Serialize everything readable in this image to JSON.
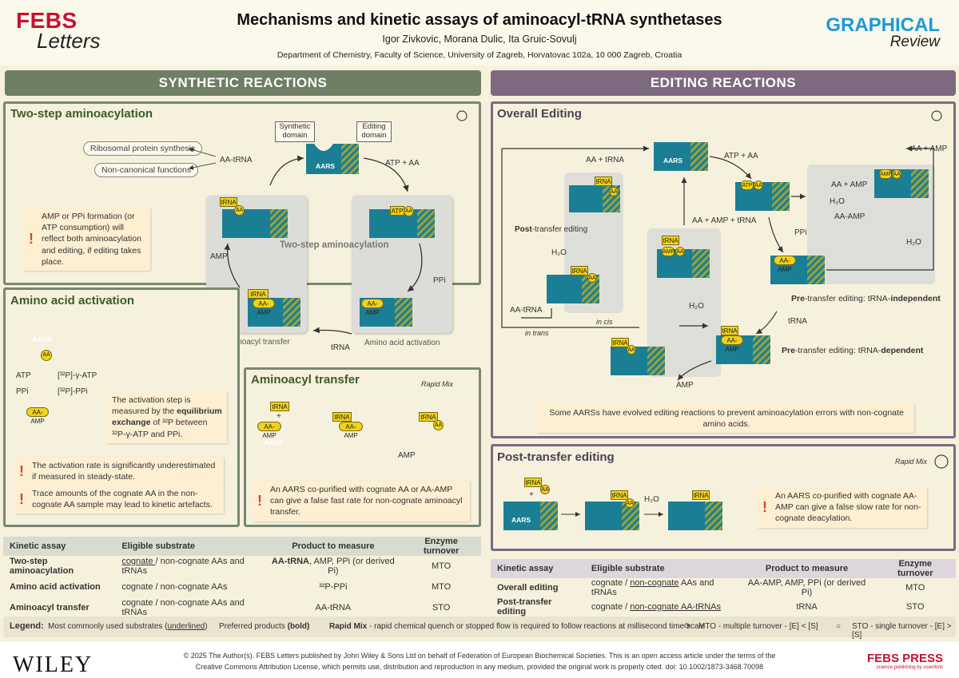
{
  "header": {
    "logo_top": "FEBS",
    "logo_bottom": "Letters",
    "title": "Mechanisms and kinetic assays of aminoacyl-tRNA synthetases",
    "authors": "Igor Zivkovic, Morana Dulic, Ita Gruic-Sovulj",
    "affiliation": "Department of Chemistry, Faculty of Science, University of Zagreb, Horvatovac 102a, 10 000 Zagreb, Croatia",
    "gr_top": "GRAPHICAL",
    "gr_bottom": "Review"
  },
  "banners": {
    "synthetic": "SYNTHETIC REACTIONS",
    "editing": "EDITING REACTIONS"
  },
  "two_step": {
    "title": "Two-step aminoacylation",
    "ribosomal": "Ribosomal protein synthesis",
    "noncanonical": "Non-canonical functions",
    "aa_trna": "AA-tRNA",
    "synthetic_domain": "Synthetic domain",
    "editing_domain": "Editing domain",
    "aars": "AARS",
    "atp_aa": "ATP + AA",
    "center": "Two-step aminoacylation",
    "amp": "AMP",
    "ppi": "PPi",
    "trna": "tRNA",
    "aminoacyl_transfer": "Aminoacyl transfer",
    "amino_acid_activation": "Amino acid activation",
    "note": "AMP or PPi formation (or ATP consumption) will reflect both aminoacylation and editing, if editing takes place.",
    "chip_aa": "AA",
    "chip_atp": "ATP",
    "chip_aa_amp": "AA-AMP"
  },
  "activation": {
    "title": "Amino acid activation",
    "aars": "AARS",
    "aa": "AA",
    "atp": "ATP",
    "ppi": "PPi",
    "atp_label": "[³²P]-γ-ATP",
    "ppi_label": "[³²P]-PPi",
    "aa_amp": "AA-AMP",
    "info_1": "The activation step is measured by the",
    "info_bold": "equilibrium exchange",
    "info_2": "of ³²P between ³²P-γ-ATP and PPi.",
    "note1": "The activation rate is significantly underestimated if measured in steady-state.",
    "note2": "Trace amounts of the cognate AA in the non-cognate AA sample may lead to kinetic artefacts."
  },
  "aminoacyl_transfer": {
    "title": "Aminoacyl transfer",
    "rapid_mix": "Rapid Mix",
    "trna": "tRNA",
    "plus": "+",
    "aa_amp": "AA-AMP",
    "aars": "AARS",
    "aa": "AA",
    "amp": "AMP",
    "note": "An AARS co-purified with cognate AA or AA-AMP can give a false fast rate for non-cognate aminoacyl transfer."
  },
  "overall_editing": {
    "title": "Overall Editing",
    "aars": "AARS",
    "aa_trna_top": "AA + tRNA",
    "atp_aa": "ATP + AA",
    "aa_amp_top": "AA + AMP",
    "aa_amp_trna": "AA + AMP + tRNA",
    "aa_amp_mid": "AA + AMP",
    "aa_amp_lbl": "AA-AMP",
    "ppi": "PPi",
    "h2o": "H₂O",
    "post_bold": "Post",
    "post_rest": "-transfer editing",
    "aa_trna": "AA-tRNA",
    "in_trans": "in trans",
    "in_cis": "in cis",
    "trna": "tRNA",
    "pre_indep_bold": "Pre",
    "pre_indep_mid": "-transfer editing: tRNA-",
    "pre_indep_end": "independent",
    "pre_dep_bold": "Pre",
    "pre_dep_mid": "-transfer editing: tRNA-",
    "pre_dep_end": "dependent",
    "amp": "AMP",
    "note": "Some AARSs have evolved editing reactions to prevent aminoacylation errors with non-cognate amino acids.",
    "chip_aa": "AA",
    "chip_amp": "AMP",
    "chip_atp": "ATP",
    "chip_aa_amp": "AA-AMP"
  },
  "post_transfer": {
    "title": "Post-transfer editing",
    "rapid_mix": "Rapid Mix",
    "trna": "tRNA",
    "plus": "+",
    "aars": "AARS",
    "aa": "AA",
    "h2o": "H₂O",
    "note": "An AARS co-purified with cognate AA-AMP can give a false slow rate for non-cognate deacylation."
  },
  "table_left": {
    "headers": [
      "Kinetic assay",
      "Eligible substrate",
      "Product to measure",
      "Enzyme turnover"
    ],
    "rows": [
      {
        "assay": "Two-step aminoacylation",
        "s1": "cognate ",
        "s2": "/ non-cognate AAs and tRNAs",
        "p_bold": "AA-tRNA",
        "p_rest": ", AMP, PPi (or derived Pi)",
        "turnover": "MTO"
      },
      {
        "assay": "Amino acid activation",
        "s1": "",
        "s2": "cognate / non-cognate AAs",
        "p_bold": "",
        "p_rest": "³²P-PPi",
        "turnover": "MTO"
      },
      {
        "assay": "Aminoacyl transfer",
        "s1": "",
        "s2": "cognate / non-cognate AAs and tRNAs",
        "p_bold": "",
        "p_rest": "AA-tRNA",
        "turnover": "STO"
      }
    ]
  },
  "table_right": {
    "headers": [
      "Kinetic assay",
      "Eligible substrate",
      "Product to measure",
      "Enzyme turnover"
    ],
    "rows": [
      {
        "assay": "Overall editing",
        "s1": "cognate / ",
        "s2": "non-cognate",
        "s3": " AAs and tRNAs",
        "product": "AA-AMP, AMP, PPi (or derived Pi)",
        "turnover": "MTO"
      },
      {
        "assay": "Post-transfer editing",
        "s1": "cognate / ",
        "s2": "non-cognate AA-tRNAs",
        "s3": "",
        "product": "tRNA",
        "turnover": "STO"
      }
    ]
  },
  "legend": {
    "label": "Legend:",
    "item1": "Most commonly used substrates (",
    "item1_u": "underlined",
    "item1_end": ")",
    "item2": "Preferred products ",
    "item2_b": "(bold)",
    "item3_b": "Rapid Mix",
    "item3": " - rapid chemical quench or stopped flow is required to follow reactions at millisecond time scale",
    "item4": "MTO - multiple turnover - [E] < [S]",
    "item5": "STO - single turnover - [E] > [S]"
  },
  "footer": {
    "publisher": "WILEY",
    "copy1": "© 2025 The Author(s). FEBS Letters published by John Wiley & Sons Ltd on behalf of Federation of European Biochemical Societies. This is an open access article under the terms of the",
    "copy2": "Creative Commons Attribution License, which permits use, distribution and reproduction in any medium, provided the original work is properly cited.  doi: 10.1002/1873-3468.70098",
    "press": "FEBS PRESS",
    "press_sub": "science publishing by scientists"
  },
  "colors": {
    "enzyme_teal": "#1a7f95",
    "domain_stripe": "#8a9a3a",
    "trna_yellow": "#f0d31a",
    "green_accent": "#6f7f66",
    "purple_accent": "#7d6a80"
  }
}
